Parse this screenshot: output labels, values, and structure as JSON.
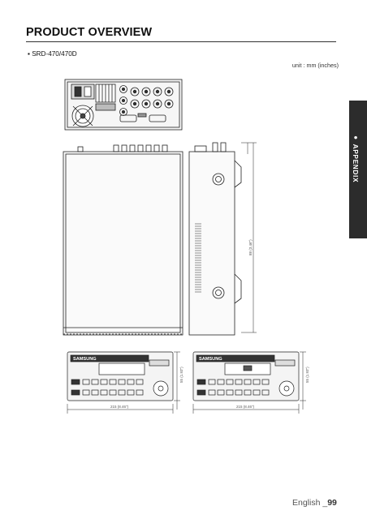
{
  "header": {
    "title": "PRODUCT OVERVIEW"
  },
  "model": {
    "bullet": "▪",
    "label": "SRD-470/470D"
  },
  "unit_note": "unit : mm (inches)",
  "side_tab": {
    "bullet": "●",
    "label": "APPENDIX"
  },
  "drawings": {
    "side_height": "88 (3.46\")",
    "front_left_width": "215 (8.46\")",
    "front_right_width": "215 (8.46\")",
    "front_left_height": "55 (1.93\")",
    "front_right_height": "55 (1.93\")",
    "brand_left": "SAMSUNG",
    "brand_right": "SAMSUNG"
  },
  "footer": {
    "prefix": "English _",
    "page": "99"
  },
  "colors": {
    "tab": "#2c2c2c",
    "line": "#333333"
  }
}
